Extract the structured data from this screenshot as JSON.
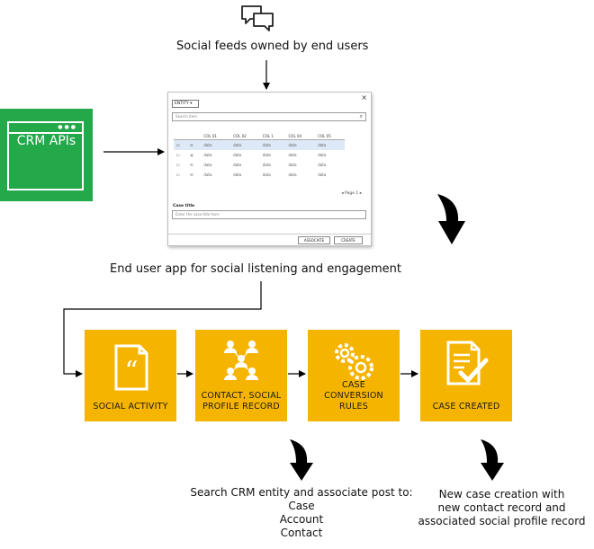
{
  "top_caption": "Social feeds owned by end users",
  "crm_box": {
    "label": "CRM APIs",
    "color": "#23A84A"
  },
  "app_caption": "End user app for social listening and engagement",
  "screenshot": {
    "entity_label": "ENTITY",
    "search_placeholder": "Search item",
    "columns": [
      "COL 01",
      "COL 02",
      "COL 1",
      "COL 04",
      "COL 05"
    ],
    "rows": [
      [
        "data",
        "data",
        "data",
        "data",
        "data"
      ],
      [
        "data",
        "data",
        "data",
        "data",
        "data"
      ],
      [
        "data",
        "data",
        "data",
        "data",
        "data"
      ],
      [
        "data",
        "data",
        "data",
        "data",
        "data"
      ]
    ],
    "pager": "Page 1",
    "case_title_label": "Case title",
    "case_title_placeholder": "Enter the case title here",
    "associate_label": "ASSOCIATE",
    "create_label": "CREATE"
  },
  "steps": [
    {
      "label": "SOCIAL ACTIVITY",
      "icon": "quote-document-icon"
    },
    {
      "label": "CONTACT, SOCIAL PROFILE RECORD",
      "icon": "people-network-icon"
    },
    {
      "label": "CASE CONVERSION RULES",
      "icon": "gears-icon"
    },
    {
      "label": "CASE CREATED",
      "icon": "document-check-icon"
    }
  ],
  "step_color": "#F5B400",
  "note_left": {
    "title": "Search CRM entity and associate post to:",
    "items": [
      "Case",
      "Account",
      "Contact"
    ]
  },
  "note_right": {
    "lines": [
      "New case creation with",
      "new contact record and",
      "associated social profile record"
    ]
  }
}
